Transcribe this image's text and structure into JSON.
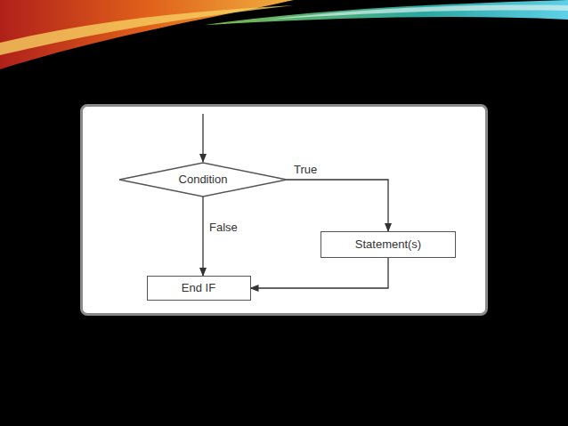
{
  "diagram": {
    "nodes": [
      {
        "text": [
          "Condition"
        ]
      },
      {
        "text": [
          "Statement(s)"
        ]
      },
      {
        "text": [
          "End IF"
        ]
      }
    ],
    "edges": [
      {
        "from": 0,
        "to": 1,
        "label": "True",
        "arrow": "to"
      },
      {
        "from": 0,
        "to": 2,
        "label": "False",
        "arrow": "to"
      },
      {
        "from": 1,
        "to": 2,
        "arrow": "to"
      }
    ]
  }
}
